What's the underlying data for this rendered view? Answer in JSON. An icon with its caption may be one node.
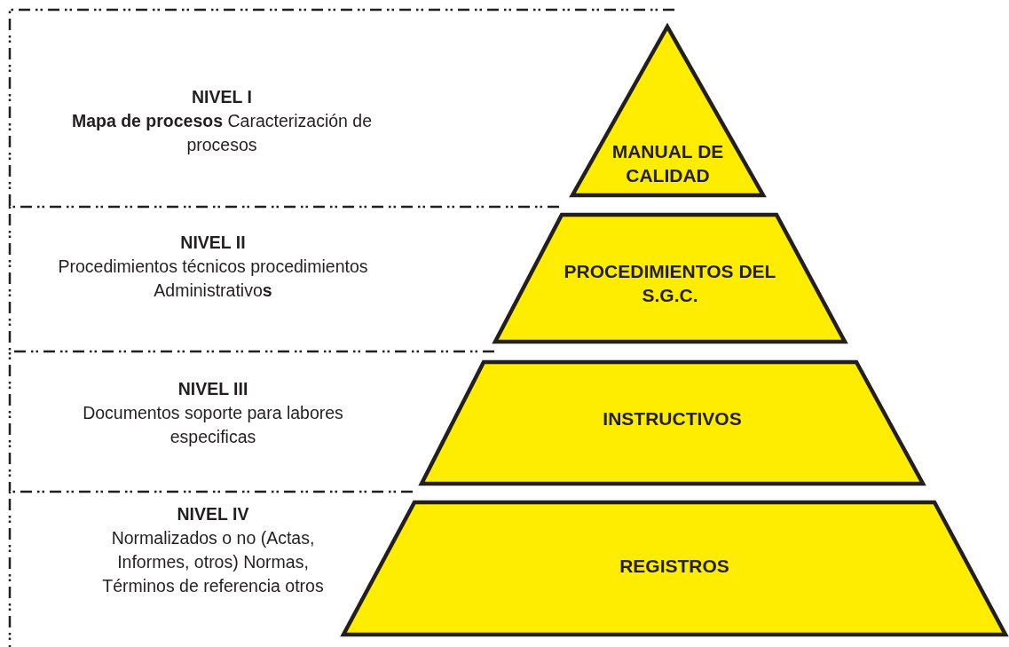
{
  "diagram": {
    "nodes": [
      {
        "text": [
          "NIVEL I",
          "**Mapa de procesos** Caracterización de procesos"
        ]
      },
      {
        "text": [
          "MANUAL DE CALIDAD"
        ]
      },
      {
        "text": [
          "NIVEL II",
          "Procedimientos técnicos procedimientos Administrativo**s**"
        ]
      },
      {
        "text": [
          "PROCEDIMIENTOS DEL S.G.C."
        ]
      },
      {
        "text": [
          "NIVEL III",
          "Documentos soporte para labores especificas"
        ]
      },
      {
        "text": [
          "INSTRUCTIVOS"
        ]
      },
      {
        "text": [
          "NIVEL IV",
          "Normalizados o no (Actas, Informes, otros) Normas, Términos de referencia otros"
        ]
      },
      {
        "text": [
          "REGISTROS"
        ]
      }
    ]
  }
}
